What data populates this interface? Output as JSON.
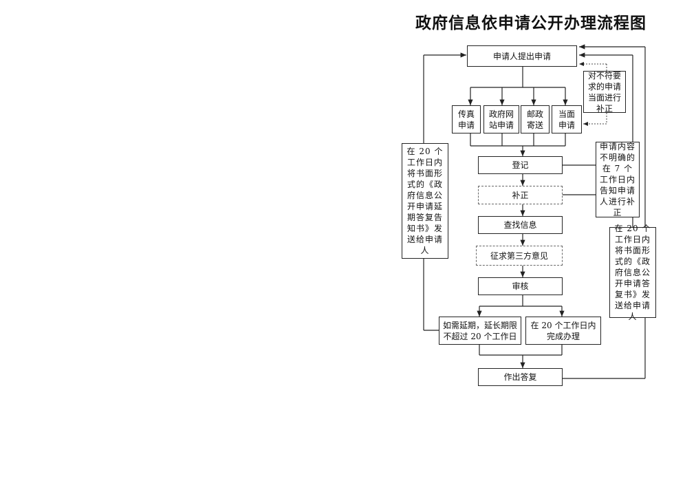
{
  "title": "政府信息依申请公开办理流程图",
  "nodes": {
    "apply": "申请人提出申请",
    "fax": "传真申请",
    "web": "政府网站申请",
    "mail": "邮政寄送",
    "face": "当面申请",
    "correct_face": "对不符要求的申请当面进行补正",
    "register": "登记",
    "supplement": "补正",
    "search": "查找信息",
    "third_party": "征求第三方意见",
    "review": "审核",
    "extend": "如需延期，延长期限不超过 20 个工作日",
    "complete": "在 20 个工作日内完成办理",
    "reply": "作出答复",
    "unclear": "申请内容不明确的在 7 个工作日内告知申请人进行补正",
    "left_note": "在 20 个工作日内将书面形式的《政府信息公开申请延期答复告知书》发送给申请人",
    "right_note": "在 20 个工作日内将书面形式的《政府信息公开申请答复书》发送给申请人"
  }
}
